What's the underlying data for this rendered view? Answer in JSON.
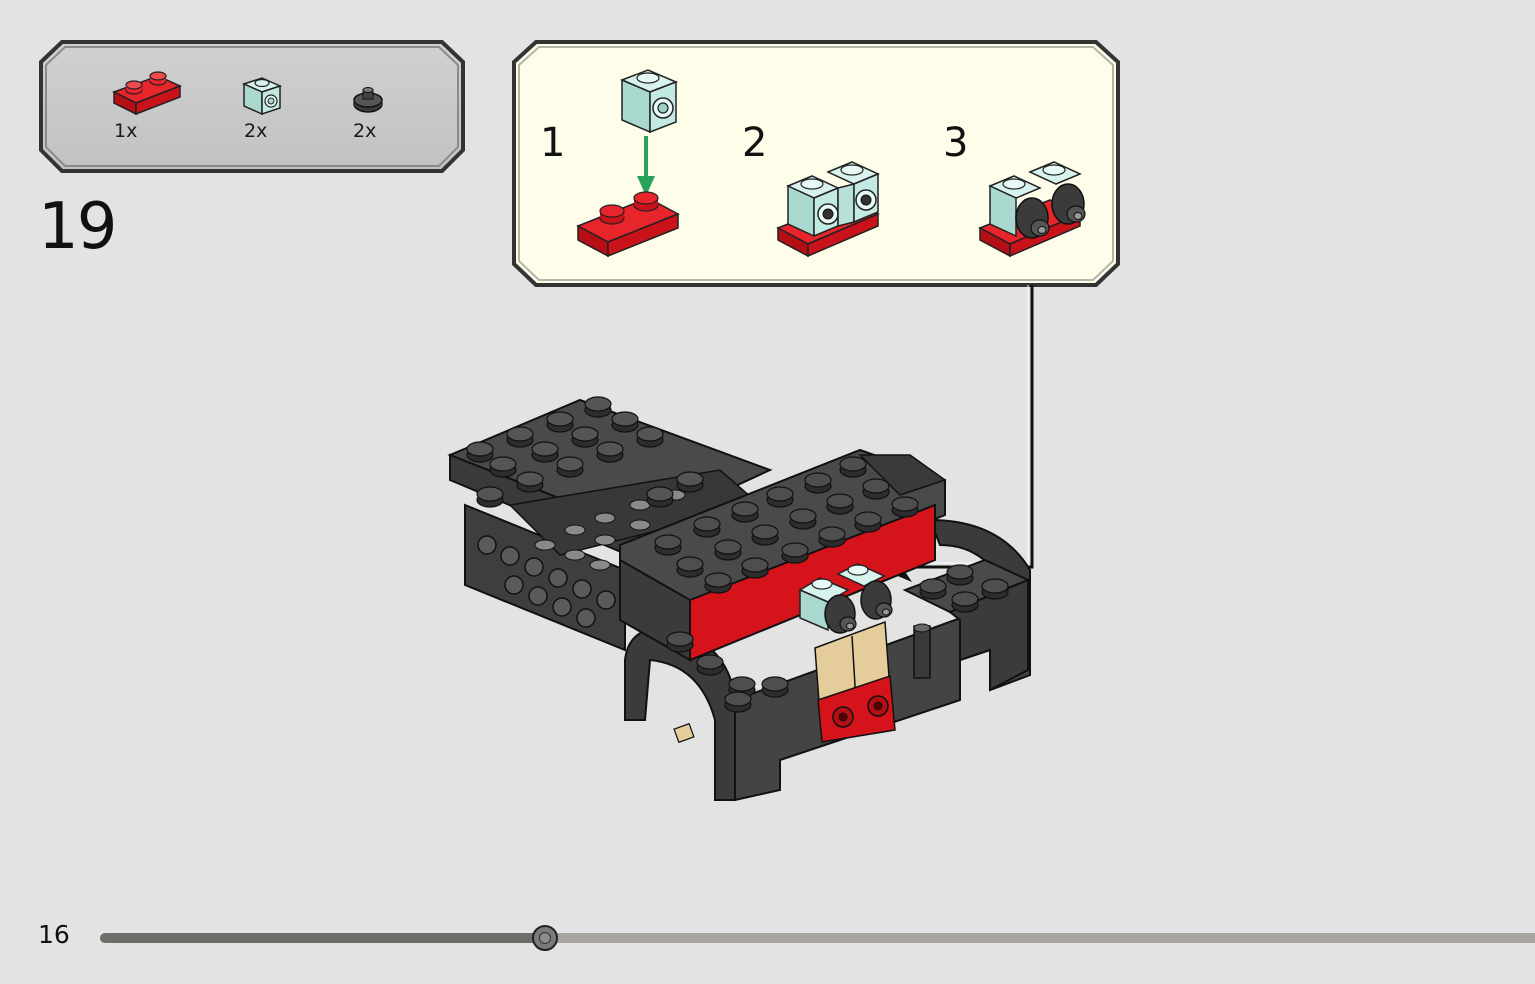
{
  "parts_list": {
    "items": [
      {
        "name": "red-plate-1x2",
        "qty": "1x",
        "color": "#d4131b"
      },
      {
        "name": "light-aqua-bracket-1x1",
        "qty": "2x",
        "color": "#bfe6df"
      },
      {
        "name": "dark-grey-round-cap",
        "qty": "2x",
        "color": "#3b3b3b"
      }
    ],
    "background": "#c8c8c8"
  },
  "step": {
    "number": "19"
  },
  "sub_assembly": {
    "background": "#fdfde9",
    "steps": [
      {
        "number": "1"
      },
      {
        "number": "2"
      },
      {
        "number": "3"
      }
    ],
    "arrow_color": "#27a35a"
  },
  "colors": {
    "brick_red": "#d4131b",
    "dark_grey": "#4a4a4a",
    "light_aqua": "#bfe6df",
    "tan": "#e4cd9a",
    "page_bg": "#e3e3e3"
  },
  "footer": {
    "page_number": "16",
    "progress_percent": 31
  }
}
